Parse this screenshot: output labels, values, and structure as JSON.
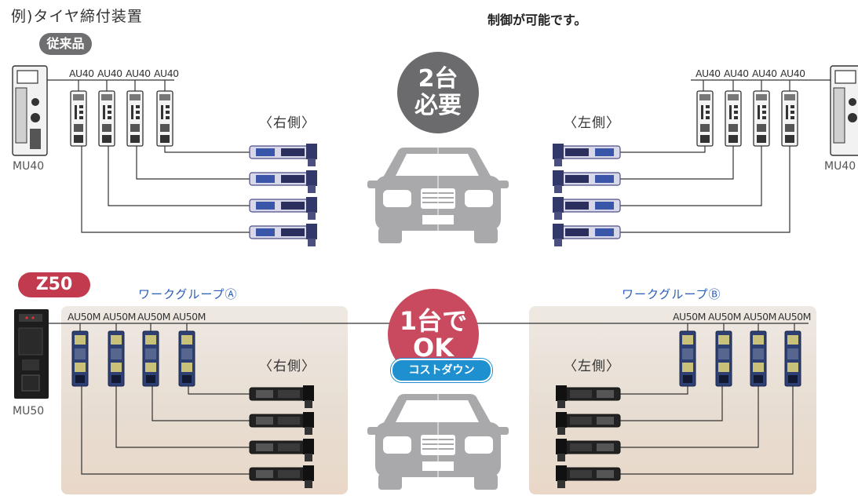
{
  "header": {
    "title": "例)タイヤ締付装置",
    "subtitle": "制御が可能です。"
  },
  "old_system": {
    "badge": "従来品",
    "unit_labels": [
      "AU40",
      "AU40",
      "AU40",
      "AU40"
    ],
    "master_label": "MU40",
    "master_label_right": "MU40",
    "right_side_label": "〈右側〉",
    "left_side_label": "〈左側〉",
    "circle_line1": "2台",
    "circle_line2": "必要"
  },
  "new_system": {
    "badge": "Z50",
    "group_a": "ワークグループⒶ",
    "group_b": "ワークグループⒷ",
    "unit_labels": [
      "AU50M",
      "AU50M",
      "AU50M",
      "AU50M"
    ],
    "master_label": "MU50",
    "right_side_label": "〈右側〉",
    "left_side_label": "〈左側〉",
    "circle_line1": "1台で",
    "circle_line2": "OK",
    "cost_badge": "コストダウン"
  },
  "colors": {
    "old_badge": "#6f6f71",
    "new_badge": "#c23a4e",
    "cost_badge": "#1f90cf",
    "group_text": "#2a5db8",
    "panel": "#e9ded3"
  },
  "icons": [
    "controller-icon",
    "amplifier-icon",
    "nutrunner-icon",
    "car-icon"
  ]
}
